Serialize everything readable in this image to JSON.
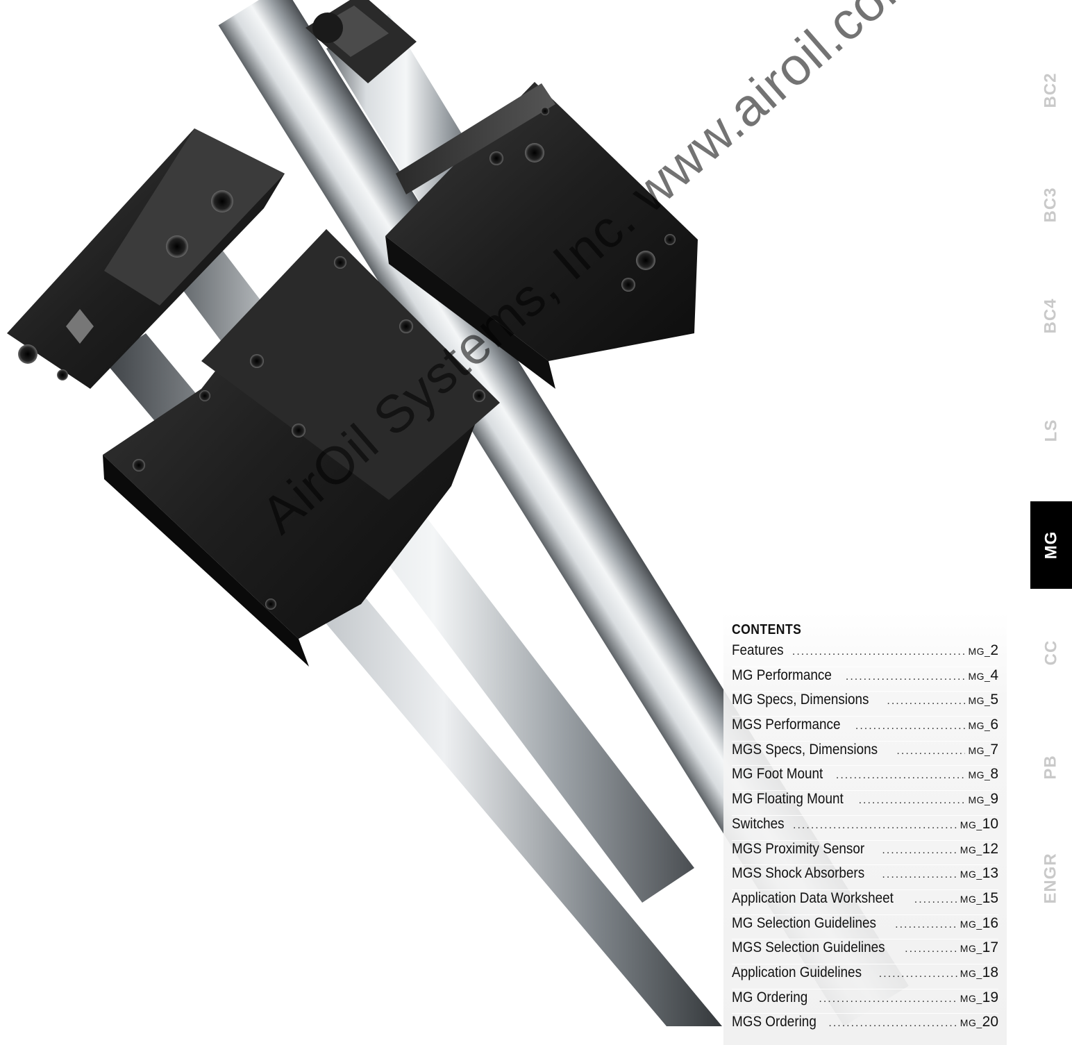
{
  "watermark": "AirOil Systems, Inc. www.airoil.com",
  "side_tabs": [
    {
      "label": "BC2",
      "active": false
    },
    {
      "label": "BC3",
      "active": false
    },
    {
      "label": "BC4",
      "active": false
    },
    {
      "label": "LS",
      "active": false
    },
    {
      "label": "MG",
      "active": true
    },
    {
      "label": "CC",
      "active": false
    },
    {
      "label": "PB",
      "active": false
    },
    {
      "label": "ENGR",
      "active": false
    }
  ],
  "contents": {
    "heading": "CONTENTS",
    "page_prefix": "MG_",
    "items": [
      {
        "title": "Features",
        "page": "2"
      },
      {
        "title": "MG Performance",
        "page": "4"
      },
      {
        "title": "MG Specs, Dimensions",
        "page": "5"
      },
      {
        "title": "MGS Performance",
        "page": "6"
      },
      {
        "title": "MGS Specs, Dimensions",
        "page": "7"
      },
      {
        "title": "MG Foot Mount",
        "page": "8"
      },
      {
        "title": "MG Floating Mount",
        "page": "9"
      },
      {
        "title": "Switches",
        "page": "10"
      },
      {
        "title": "MGS Proximity Sensor",
        "page": "12"
      },
      {
        "title": "MGS Shock Absorbers",
        "page": "13"
      },
      {
        "title": "Application Data Worksheet",
        "page": "15"
      },
      {
        "title": "MG Selection Guidelines",
        "page": "16"
      },
      {
        "title": "MGS Selection Guidelines",
        "page": "17"
      },
      {
        "title": "Application Guidelines",
        "page": "18"
      },
      {
        "title": "MG Ordering",
        "page": "19"
      },
      {
        "title": "MGS Ordering",
        "page": "20"
      }
    ]
  },
  "colors": {
    "active_tab_bg": "#000000",
    "inactive_tab_text": "#c9c9c9",
    "metal_dark": "#1c1c1c",
    "rod_steel": "#b8bcc0"
  }
}
